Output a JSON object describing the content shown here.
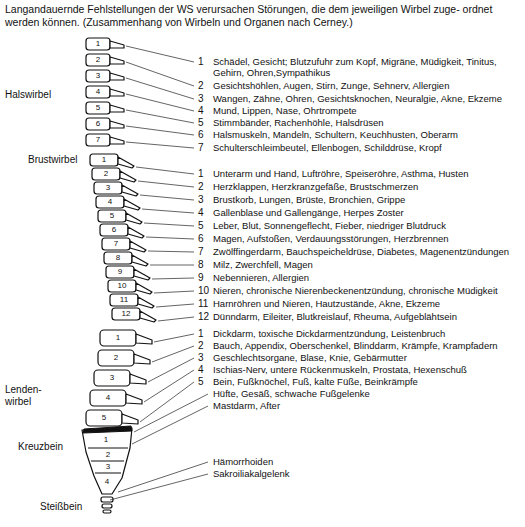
{
  "diagram": {
    "title": "Langandauernde Fehlstellungen der WS verursachen Störungen, die dem jeweiligen Wirbel zuge- ordnet werden können. (Zusammenhang von Wirbeln und Organen nach Cerney.)",
    "labels": [
      "Halswirbel",
      "1",
      "Schädel, Gesicht; Blutzufuhr zum Kopf, Migräne, Müdigkeit, Tinitus, Gehirn, Ohren,Sympathikus",
      "2",
      "Gesichtshöhlen, Augen, Stirn, Zunge, Sehnerv, Allergien",
      "3",
      "Wangen, Zähne, Ohren, Gesichtsknochen, Neuralgie, Akne, Ekzeme",
      "4",
      "Mund, Lippen, Nase, Ohrtrompete",
      "5",
      "Stimmbänder, Rachenhöhle, Halsdrüsen",
      "6",
      "Halsmuskeln, Mandeln, Schultern, Keuchhusten, Oberarm",
      "7",
      "Schulterschleimbeutel, Ellenbogen, Schilddrüse, Kropf",
      "Brustwirbel",
      "1",
      "Unterarm und Hand, Luftröhre, Speiseröhre, Asthma, Husten",
      "2",
      "Herzklappen, Herzkranzgefäße, Brustschmerzen",
      "3",
      "Brustkorb, Lungen, Brüste, Bronchien, Grippe",
      "4",
      "Gallenblase und Gallengänge, Herpes Zoster",
      "5",
      "Leber, Blut, Sonnengeflecht, Fieber, niedriger Blutdruck",
      "6",
      "Magen, Aufstoßen, Verdauungsstörungen, Herzbrennen",
      "7",
      "Zwölffingerdarm, Bauchspeicheldrüse, Diabetes, Magenentzündungen",
      "8",
      "Milz, Zwerchfell, Magen",
      "9",
      "Nebennieren, Allergien",
      "10",
      "Nieren, chronische Nierenbeckenentzündung, chronische Müdigkeit",
      "11",
      "Harnröhren und Nieren, Hautzustände, Akne, Ekzeme",
      "12",
      "Dünndarm, Eileiter, Blutkreislauf, Rheuma, Aufgeblähtsein",
      "Lenden- wirbel",
      "1",
      "Dickdarm, toxische Dickdarmentzündung, Leistenbruch",
      "2",
      "Bauch, Appendix, Oberschenkel, Blinddarm, Krämpfe, Krampfadern",
      "3",
      "Geschlechtsorgane, Blase, Knie, Gebärmutter",
      "4",
      "Ischias-Nerv, untere Rückenmuskeln, Prostata, Hexenschuß",
      "5",
      "Bein, Fußknöchel, Fuß, kalte Füße, Beinkrämpfe",
      "Hüfte, Gesäß, schwache Fußgelenke",
      "Mastdarm, After",
      "Kreuzbein",
      "Hämorrhoiden",
      "Sakroiliakalgelenk",
      "Steißbein",
      "1",
      "2",
      "3",
      "4",
      "5",
      "6",
      "7",
      "1",
      "2",
      "3",
      "4",
      "5",
      "6",
      "7",
      "8",
      "9",
      "10",
      "11",
      "12",
      "1",
      "2",
      "3",
      "4",
      "5",
      "1",
      "2",
      "3",
      "4"
    ]
  }
}
